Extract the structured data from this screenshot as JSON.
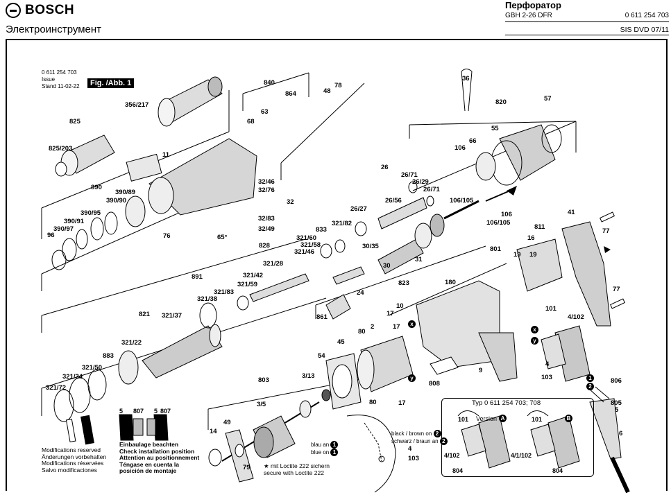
{
  "header": {
    "brand": "BOSCH",
    "subtitle": "Электроинструмент",
    "tool_type": "Перфоратор",
    "model": "GBH 2-26 DFR",
    "part_number": "0 611 254 703",
    "disc": "SIS DVD 07/11"
  },
  "meta": {
    "number": "0 611 254 703",
    "issue_label": "Issue",
    "stand_label": "Stand",
    "date": "11-02-22",
    "fig": "Fig. /Abb. 1"
  },
  "parts": [
    "36",
    "820",
    "57",
    "55",
    "66",
    "106",
    "106/105",
    "106",
    "106/105",
    "840",
    "864",
    "48",
    "78",
    "68",
    "63",
    "356/217",
    "825",
    "825/203",
    "11",
    "26",
    "26/71",
    "26/29",
    "26/71",
    "26/56",
    "26/27",
    "32/46",
    "32/76",
    "32",
    "32/83",
    "32/49",
    "890",
    "390/89",
    "390/90",
    "390/95",
    "390/91",
    "390/97",
    "96",
    "76",
    "65°",
    "828",
    "833",
    "321/82",
    "321/60",
    "321/58",
    "321/46",
    "321/28",
    "321/42",
    "321/59",
    "891",
    "321/83",
    "321/38",
    "821",
    "321/37",
    "321/22",
    "883",
    "321/50",
    "321/34",
    "321/72",
    "30/35",
    "30",
    "31",
    "24",
    "823",
    "861",
    "41",
    "77",
    "811",
    "16",
    "19",
    "19",
    "801",
    "180",
    "77",
    "10",
    "101",
    "4/102",
    "17",
    "17",
    "2",
    "80",
    "45",
    "54",
    "3/13",
    "803",
    "3/5",
    "9",
    "808",
    "4",
    "103",
    "806",
    "805",
    "5",
    "6",
    "14",
    "49",
    "79",
    "80",
    "17",
    "4",
    "103"
  ],
  "labels": {
    "modifications": [
      "Modifications reserved",
      "Änderungen vorbehalten",
      "Modifications réservées",
      "Salvo modificaciones"
    ],
    "install": [
      "Einbaulage beachten",
      "Check installation position",
      "Attention au positionnement",
      "Téngase en cuenta la",
      "posición de montaje"
    ],
    "loctite": [
      "★ mit Loctite 222 sichern",
      "secure with Loctite 222"
    ],
    "install_nums": [
      "5",
      "807",
      "5",
      "807"
    ],
    "wire_black": "black / brown on",
    "wire_schwarz": "schwarz / braun an",
    "wire_blue": "blau an",
    "wire_blue_en": "blue on",
    "type_label": "Typ 0 611 254 703; 708",
    "version_a": "Version",
    "circ_a": "A",
    "circ_b": "B",
    "type_parts": [
      "101",
      "4/102",
      "804",
      "101",
      "4/1/102",
      "804"
    ],
    "circ_nums": [
      "1",
      "2",
      "x",
      "y"
    ]
  }
}
